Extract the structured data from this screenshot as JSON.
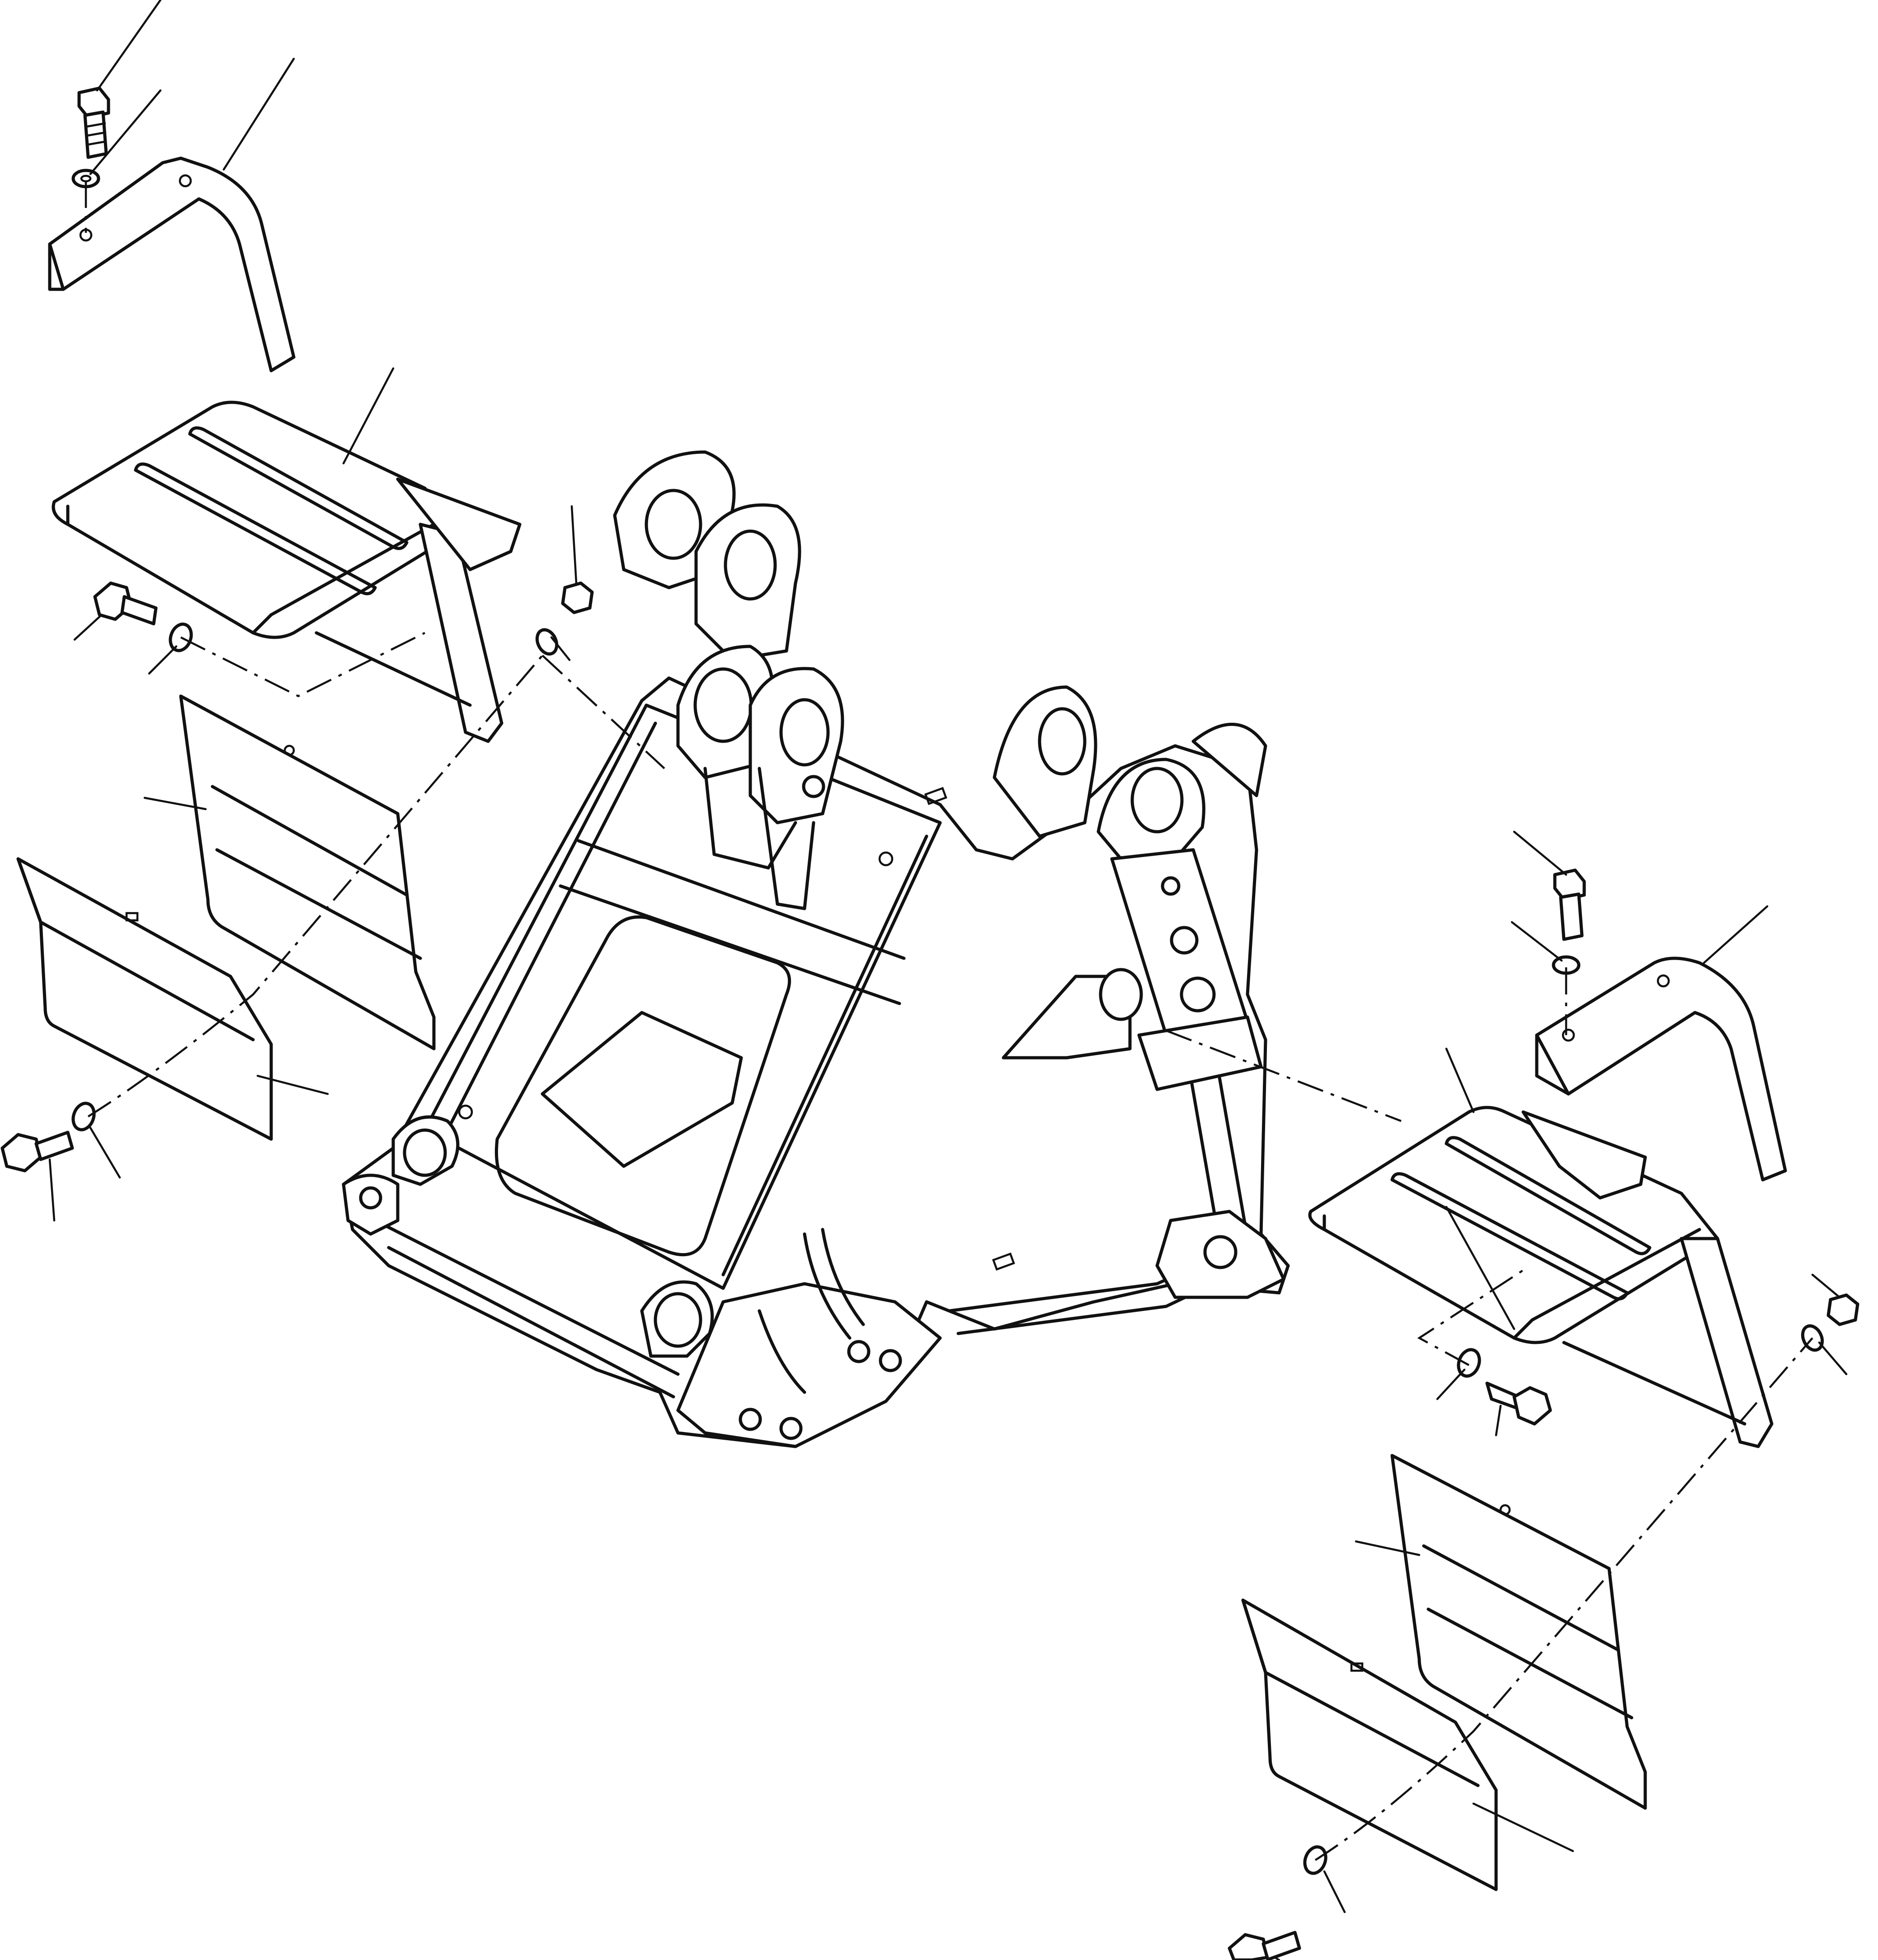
{
  "diagram": {
    "parts": [
      {
        "name": "bracket",
        "icon": "bracket-icon"
      },
      {
        "name": "step-plate",
        "icon": "step-icon"
      },
      {
        "name": "guard-plate",
        "icon": "plate-icon"
      },
      {
        "name": "cover-plate",
        "icon": "plate-icon"
      },
      {
        "name": "bolt",
        "icon": "bolt-icon"
      },
      {
        "name": "washer",
        "icon": "washer-icon"
      },
      {
        "name": "nut",
        "icon": "nut-icon"
      },
      {
        "name": "frame",
        "icon": "frame-icon"
      }
    ]
  }
}
